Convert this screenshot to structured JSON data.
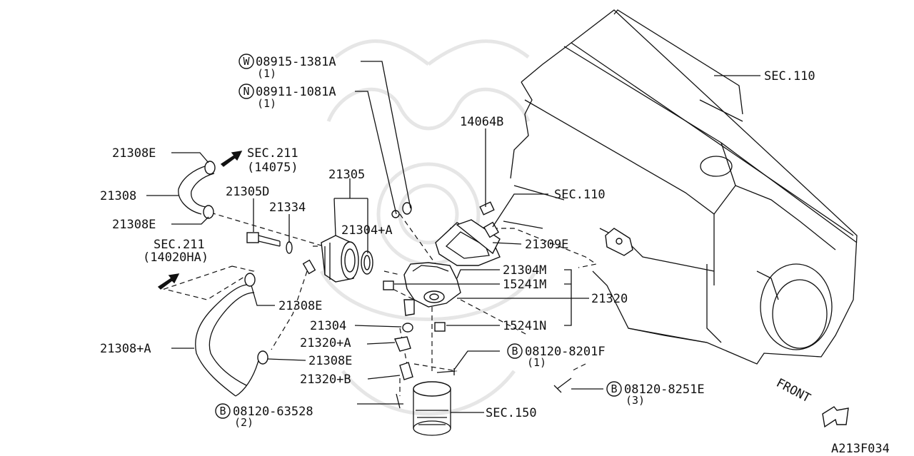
{
  "labels": {
    "w_bolt": "08915-1381A",
    "w_bolt_qty": "(1)",
    "n_nut": "08911-1081A",
    "n_nut_qty": "(1)",
    "sec110_top": "SEC.110",
    "p14064b": "14064B",
    "sec110_mid": "SEC.110",
    "p21309e": "21309E",
    "p21308e_a": "21308E",
    "sec211_a": "SEC.211",
    "sec211_a_ref": "(14075)",
    "p21308": "21308",
    "p21305": "21305",
    "p21305d": "21305D",
    "p21334": "21334",
    "p21308e_b": "21308E",
    "p21304a": "21304+A",
    "sec211_b": "SEC.211",
    "sec211_b_ref": "(14020HA)",
    "p21304m": "21304M",
    "p15241m": "15241M",
    "p21320": "21320",
    "p21308e_c": "21308E",
    "p21304": "21304",
    "p15241n": "15241N",
    "p21320a": "21320+A",
    "p21308a": "21308+A",
    "p21308e_d": "21308E",
    "b_bolt_f": "08120-8201F",
    "b_bolt_f_qty": "(1)",
    "p21320b": "21320+B",
    "b_bolt_e": "08120-8251E",
    "b_bolt_e_qty": "(3)",
    "b_bolt_528": "08120-63528",
    "b_bolt_528_qty": "(2)",
    "sec150": "SEC.150",
    "front": "FRONT",
    "diagram_code": "A213F034"
  },
  "markers": {
    "w": "W",
    "n": "N",
    "b": "B"
  }
}
